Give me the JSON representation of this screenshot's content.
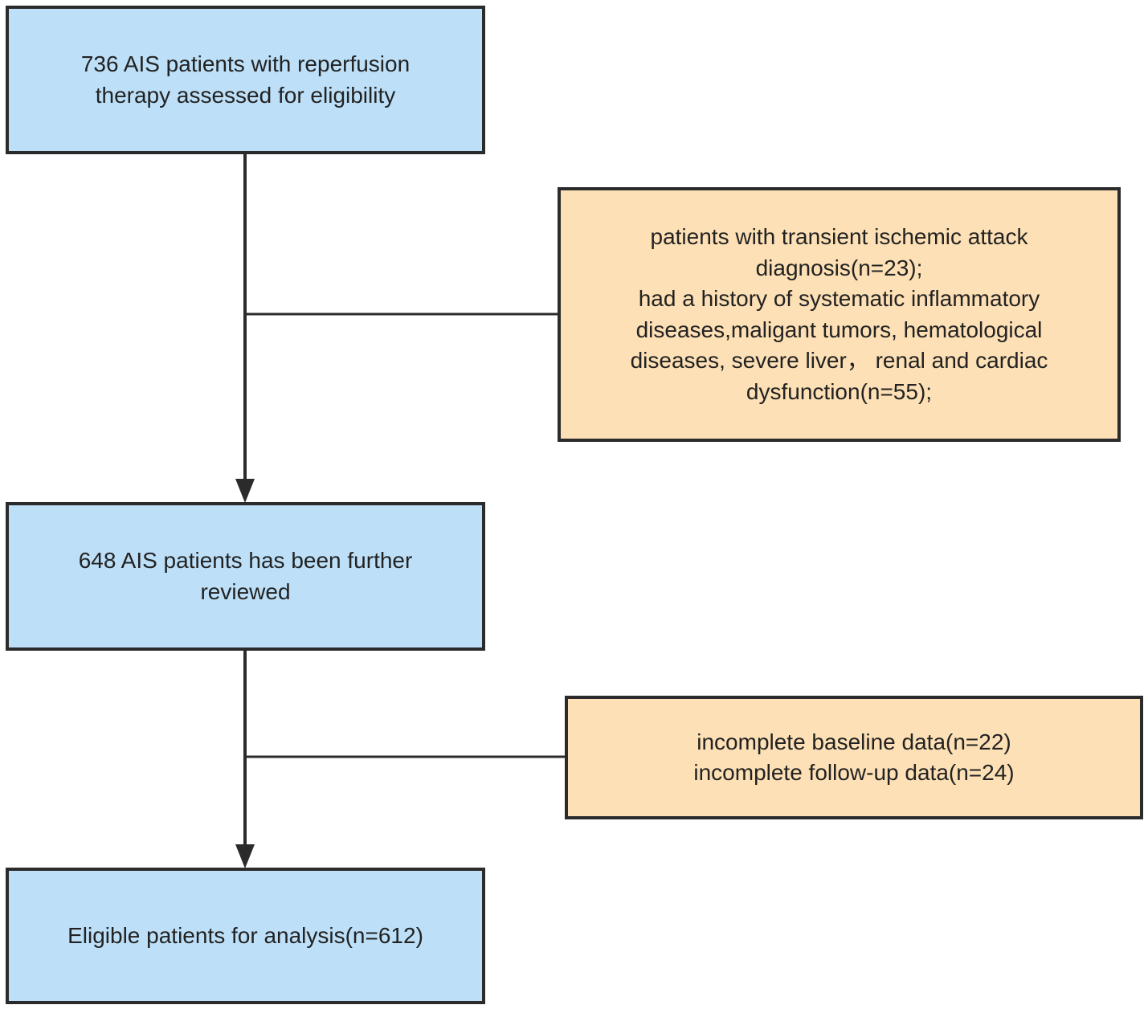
{
  "colors": {
    "main_box_fill": "#bde0f8",
    "exclusion_box_fill": "#fde0b5",
    "line": "#2b2b2b"
  },
  "flowchart": {
    "assessed": {
      "lines": [
        "736 AIS patients with reperfusion",
        "therapy assessed for eligibility"
      ]
    },
    "exclusion_1": {
      "lines": [
        "patients with transient ischemic attack",
        "diagnosis(n=23);",
        "had a history of systematic inflammatory",
        "diseases,maligant tumors, hematological",
        "diseases, severe liver， renal and cardiac",
        "dysfunction(n=55);"
      ]
    },
    "reviewed": {
      "lines": [
        "648 AIS patients has been further",
        "reviewed"
      ]
    },
    "exclusion_2": {
      "lines": [
        "incomplete baseline data(n=22)",
        "incomplete follow-up data(n=24)"
      ]
    },
    "eligible": {
      "lines": [
        "Eligible patients for analysis(n=612)"
      ]
    }
  }
}
